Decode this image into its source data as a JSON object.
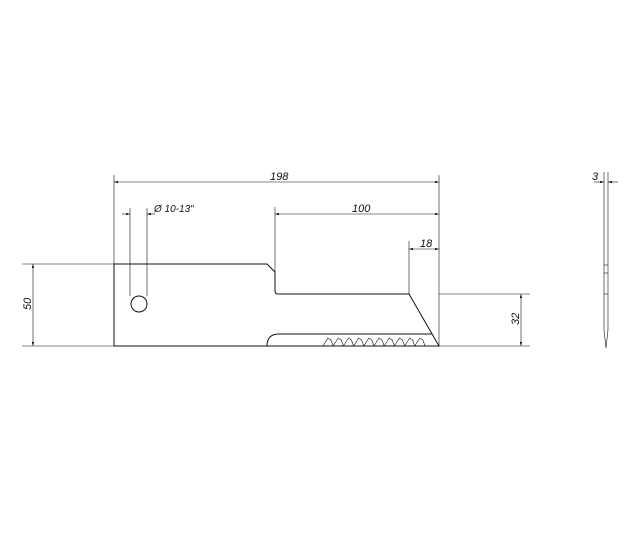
{
  "drawing": {
    "dimensions": {
      "overall_length": "198",
      "notch_length": "100",
      "chamfer_length": "18",
      "hole_diameter": "Ø 10-13\"",
      "overall_height": "50",
      "blade_height": "32",
      "thickness": "3"
    },
    "colors": {
      "line": "#111111",
      "background": "#ffffff"
    }
  }
}
